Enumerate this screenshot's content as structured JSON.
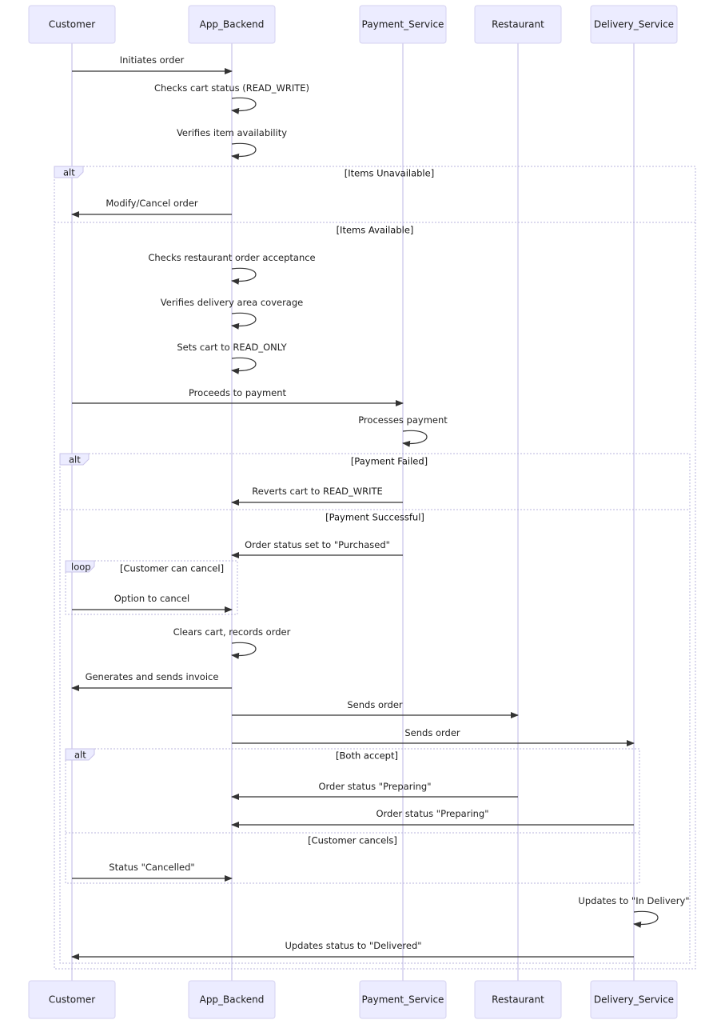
{
  "actors": [
    {
      "id": "customer",
      "label": "Customer"
    },
    {
      "id": "app",
      "label": "App_Backend"
    },
    {
      "id": "pay",
      "label": "Payment_Service"
    },
    {
      "id": "rest",
      "label": "Restaurant"
    },
    {
      "id": "deliv",
      "label": "Delivery_Service"
    }
  ],
  "messages": [
    {
      "from": "customer",
      "to": "app",
      "text": "Initiates order"
    },
    {
      "from": "app",
      "to": "app",
      "text": "Checks cart status (READ_WRITE)"
    },
    {
      "from": "app",
      "to": "app",
      "text": "Verifies item availability"
    },
    {
      "from": "app",
      "to": "customer",
      "text": "Modify/Cancel order"
    },
    {
      "from": "app",
      "to": "app",
      "text": "Checks restaurant order acceptance"
    },
    {
      "from": "app",
      "to": "app",
      "text": "Verifies delivery area coverage"
    },
    {
      "from": "app",
      "to": "app",
      "text": "Sets cart to READ_ONLY"
    },
    {
      "from": "customer",
      "to": "pay",
      "text": "Proceeds to payment"
    },
    {
      "from": "pay",
      "to": "pay",
      "text": "Processes payment"
    },
    {
      "from": "pay",
      "to": "app",
      "text": "Reverts cart to READ_WRITE"
    },
    {
      "from": "pay",
      "to": "app",
      "text": "Order status set to \"Purchased\""
    },
    {
      "from": "customer",
      "to": "app",
      "text": "Option to cancel"
    },
    {
      "from": "app",
      "to": "app",
      "text": "Clears cart, records order"
    },
    {
      "from": "app",
      "to": "customer",
      "text": "Generates and sends invoice"
    },
    {
      "from": "app",
      "to": "rest",
      "text": "Sends order"
    },
    {
      "from": "app",
      "to": "deliv",
      "text": "Sends order"
    },
    {
      "from": "rest",
      "to": "app",
      "text": "Order status \"Preparing\""
    },
    {
      "from": "deliv",
      "to": "app",
      "text": "Order status \"Preparing\""
    },
    {
      "from": "customer",
      "to": "app",
      "text": "Status \"Cancelled\""
    },
    {
      "from": "deliv",
      "to": "deliv",
      "text": "Updates to \"In Delivery\""
    },
    {
      "from": "deliv",
      "to": "customer",
      "text": "Updates status to \"Delivered\""
    }
  ],
  "fragments": [
    {
      "kind": "alt",
      "sections": [
        "[Items Unavailable]",
        "[Items Available]"
      ]
    },
    {
      "kind": "alt",
      "sections": [
        "[Payment Failed]",
        "[Payment Successful]"
      ]
    },
    {
      "kind": "loop",
      "sections": [
        "[Customer can cancel]"
      ]
    },
    {
      "kind": "alt",
      "sections": [
        "[Both accept]",
        "[Customer cancels]"
      ]
    }
  ]
}
